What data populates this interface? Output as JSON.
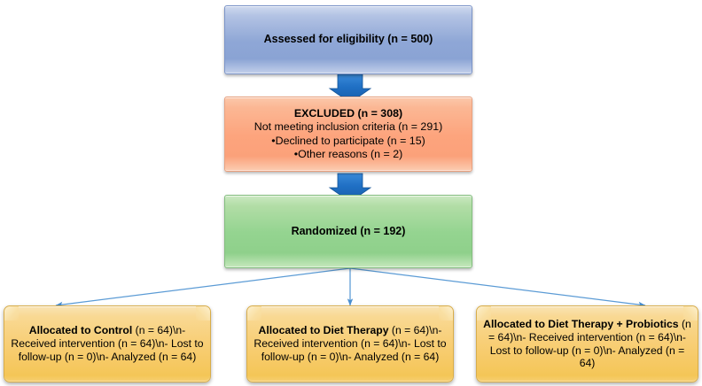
{
  "diagram": {
    "type": "CONSORT participant flow diagram",
    "nodes": {
      "assessed": {
        "label": "Assessed for eligibility (n = 500)",
        "color": "#8fa7d6"
      },
      "excluded": {
        "title": "EXCLUDED (n = 308)",
        "line1": "Not meeting inclusion criteria (n = 291)",
        "line2": "•Declined to participate (n = 15)",
        "line3": "•Other reasons (n = 2)",
        "color": "#fda47d"
      },
      "randomized": {
        "label": "Randomized (n = 192)",
        "color": "#94d490"
      },
      "arm_control": {
        "bold_lead": "Allocated to Control",
        "rest": " (n = 64)\\n- Received intervention (n = 64)\\n- Lost to follow-up (n = 0)\\n- Analyzed (n = 64)",
        "color": "#f8cf78"
      },
      "arm_diet": {
        "bold_lead": "Allocated to Diet Therapy",
        "rest": " (n = 64)\\n- Received intervention (n = 64)\\n- Lost to follow-up (n = 0)\\n- Analyzed (n = 64)",
        "color": "#f8cf78"
      },
      "arm_diet_probiotics": {
        "bold_lead": "Allocated to Diet Therapy + Probiotics",
        "rest": " (n = 64)\\n- Received intervention (n = 64)\\n- Lost to follow-up (n = 0)\\n- Analyzed (n = 64)",
        "color": "#f8cf78"
      }
    },
    "connectors": {
      "block_arrow_color": "#1f6fc4",
      "line_arrow_color": "#5b9bd5"
    }
  }
}
